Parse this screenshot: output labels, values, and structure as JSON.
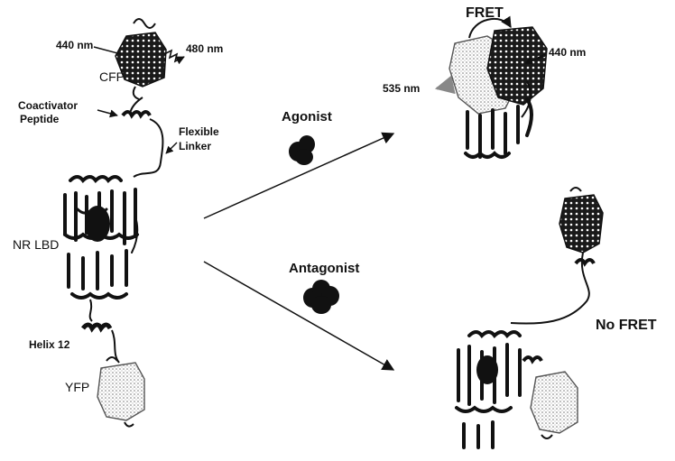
{
  "labels": {
    "cfp_excitation": "440 nm",
    "cfp_emission": "480 nm",
    "cfp": "CFP",
    "coactivator_line1": "Coactivator",
    "coactivator_line2": "Peptide",
    "linker_line1": "Flexible",
    "linker_line2": "Linker",
    "nr_lbd": "NR LBD",
    "helix12": "Helix 12",
    "yfp": "YFP",
    "agonist": "Agonist",
    "antagonist": "Antagonist",
    "fret": "FRET",
    "fret_excitation": "440 nm",
    "fret_emission": "535 nm",
    "no_fret": "No FRET"
  },
  "colors": {
    "ink": "#111111",
    "protein_dark": "#1a1a1a",
    "yfp_speckle": "#9a9a9a",
    "background": "#ffffff"
  }
}
